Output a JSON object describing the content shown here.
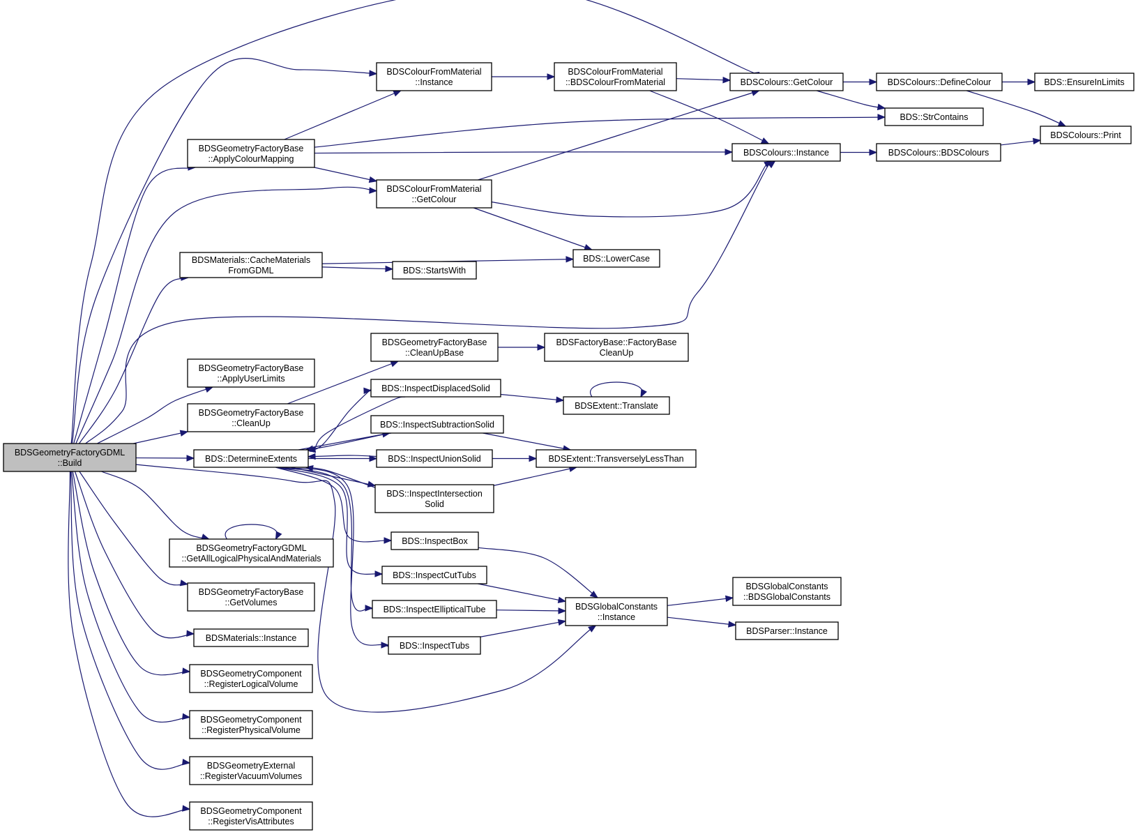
{
  "nodes": [
    {
      "id": "build",
      "lines": [
        "BDSGeometryFactoryGDML",
        "::Build"
      ],
      "root": true
    },
    {
      "id": "cfm_instance",
      "lines": [
        "BDSColourFromMaterial",
        "::Instance"
      ]
    },
    {
      "id": "cfm_ctor",
      "lines": [
        "BDSColourFromMaterial",
        "::BDSColourFromMaterial"
      ]
    },
    {
      "id": "colours_getcolour",
      "lines": [
        "BDSColours::GetColour"
      ]
    },
    {
      "id": "colours_define",
      "lines": [
        "BDSColours::DefineColour"
      ]
    },
    {
      "id": "ensure_limits",
      "lines": [
        "BDS::EnsureInLimits"
      ]
    },
    {
      "id": "str_contains",
      "lines": [
        "BDS::StrContains"
      ]
    },
    {
      "id": "colours_print",
      "lines": [
        "BDSColours::Print"
      ]
    },
    {
      "id": "gfb_apply_colour",
      "lines": [
        "BDSGeometryFactoryBase",
        "::ApplyColourMapping"
      ]
    },
    {
      "id": "colours_instance",
      "lines": [
        "BDSColours::Instance"
      ]
    },
    {
      "id": "colours_ctor",
      "lines": [
        "BDSColours::BDSColours"
      ]
    },
    {
      "id": "cfm_getcolour",
      "lines": [
        "BDSColourFromMaterial",
        "::GetColour"
      ]
    },
    {
      "id": "mat_cache",
      "lines": [
        "BDSMaterials::CacheMaterials",
        "FromGDML"
      ]
    },
    {
      "id": "lowercase",
      "lines": [
        "BDS::LowerCase"
      ]
    },
    {
      "id": "startswith",
      "lines": [
        "BDS::StartsWith"
      ]
    },
    {
      "id": "gfb_cleanupbase",
      "lines": [
        "BDSGeometryFactoryBase",
        "::CleanUpBase"
      ]
    },
    {
      "id": "fb_cleanup",
      "lines": [
        "BDSFactoryBase::FactoryBase",
        "CleanUp"
      ]
    },
    {
      "id": "gfb_userlimits",
      "lines": [
        "BDSGeometryFactoryBase",
        "::ApplyUserLimits"
      ]
    },
    {
      "id": "inspect_displaced",
      "lines": [
        "BDS::InspectDisplacedSolid"
      ]
    },
    {
      "id": "extent_translate",
      "lines": [
        "BDSExtent::Translate"
      ]
    },
    {
      "id": "gfb_cleanup",
      "lines": [
        "BDSGeometryFactoryBase",
        "::CleanUp"
      ]
    },
    {
      "id": "inspect_subtraction",
      "lines": [
        "BDS::InspectSubtractionSolid"
      ]
    },
    {
      "id": "determine_extents",
      "lines": [
        "BDS::DetermineExtents"
      ]
    },
    {
      "id": "inspect_union",
      "lines": [
        "BDS::InspectUnionSolid"
      ]
    },
    {
      "id": "extent_tlt",
      "lines": [
        "BDSExtent::TransverselyLessThan"
      ]
    },
    {
      "id": "inspect_intersection",
      "lines": [
        "BDS::InspectIntersection",
        "Solid"
      ]
    },
    {
      "id": "inspect_box",
      "lines": [
        "BDS::InspectBox"
      ]
    },
    {
      "id": "gfgdml_getall",
      "lines": [
        "BDSGeometryFactoryGDML",
        "::GetAllLogicalPhysicalAndMaterials"
      ]
    },
    {
      "id": "inspect_cuttubs",
      "lines": [
        "BDS::InspectCutTubs"
      ]
    },
    {
      "id": "gc_ctor",
      "lines": [
        "BDSGlobalConstants",
        "::BDSGlobalConstants"
      ]
    },
    {
      "id": "gfb_getvolumes",
      "lines": [
        "BDSGeometryFactoryBase",
        "::GetVolumes"
      ]
    },
    {
      "id": "inspect_elliptical",
      "lines": [
        "BDS::InspectEllipticalTube"
      ]
    },
    {
      "id": "gc_instance",
      "lines": [
        "BDSGlobalConstants",
        "::Instance"
      ]
    },
    {
      "id": "mat_instance",
      "lines": [
        "BDSMaterials::Instance"
      ]
    },
    {
      "id": "parser_instance",
      "lines": [
        "BDSParser::Instance"
      ]
    },
    {
      "id": "inspect_tubs",
      "lines": [
        "BDS::InspectTubs"
      ]
    },
    {
      "id": "gc_reg_logical",
      "lines": [
        "BDSGeometryComponent",
        "::RegisterLogicalVolume"
      ]
    },
    {
      "id": "gc_reg_physical",
      "lines": [
        "BDSGeometryComponent",
        "::RegisterPhysicalVolume"
      ]
    },
    {
      "id": "ge_reg_vacuum",
      "lines": [
        "BDSGeometryExternal",
        "::RegisterVacuumVolumes"
      ]
    },
    {
      "id": "gc_reg_vis",
      "lines": [
        "BDSGeometryComponent",
        "::RegisterVisAttributes"
      ]
    }
  ],
  "edges": [
    [
      "build",
      "colours_getcolour"
    ],
    [
      "build",
      "cfm_instance"
    ],
    [
      "build",
      "gfb_apply_colour"
    ],
    [
      "build",
      "cfm_getcolour"
    ],
    [
      "build",
      "mat_cache"
    ],
    [
      "build",
      "colours_instance"
    ],
    [
      "build",
      "gfb_userlimits"
    ],
    [
      "build",
      "gfb_cleanup"
    ],
    [
      "build",
      "determine_extents"
    ],
    [
      "build",
      "gfgdml_getall"
    ],
    [
      "build",
      "gc_instance"
    ],
    [
      "build",
      "gfb_getvolumes"
    ],
    [
      "build",
      "mat_instance"
    ],
    [
      "build",
      "gc_reg_logical"
    ],
    [
      "build",
      "gc_reg_physical"
    ],
    [
      "build",
      "ge_reg_vacuum"
    ],
    [
      "build",
      "gc_reg_vis"
    ],
    [
      "cfm_instance",
      "cfm_ctor"
    ],
    [
      "cfm_ctor",
      "colours_getcolour"
    ],
    [
      "cfm_ctor",
      "colours_instance"
    ],
    [
      "colours_getcolour",
      "colours_define"
    ],
    [
      "colours_getcolour",
      "str_contains"
    ],
    [
      "colours_define",
      "ensure_limits"
    ],
    [
      "colours_define",
      "colours_print"
    ],
    [
      "gfb_apply_colour",
      "cfm_instance"
    ],
    [
      "gfb_apply_colour",
      "str_contains"
    ],
    [
      "gfb_apply_colour",
      "colours_instance"
    ],
    [
      "gfb_apply_colour",
      "cfm_getcolour"
    ],
    [
      "colours_instance",
      "colours_ctor"
    ],
    [
      "colours_ctor",
      "colours_print"
    ],
    [
      "cfm_getcolour",
      "colours_getcolour"
    ],
    [
      "cfm_getcolour",
      "colours_instance"
    ],
    [
      "cfm_getcolour",
      "lowercase"
    ],
    [
      "mat_cache",
      "lowercase"
    ],
    [
      "mat_cache",
      "startswith"
    ],
    [
      "gfb_cleanup",
      "gfb_cleanupbase"
    ],
    [
      "gfb_cleanupbase",
      "fb_cleanup"
    ],
    [
      "determine_extents",
      "inspect_displaced"
    ],
    [
      "determine_extents",
      "inspect_subtraction"
    ],
    [
      "determine_extents",
      "inspect_union"
    ],
    [
      "determine_extents",
      "inspect_intersection"
    ],
    [
      "determine_extents",
      "inspect_box"
    ],
    [
      "determine_extents",
      "inspect_cuttubs"
    ],
    [
      "determine_extents",
      "inspect_elliptical"
    ],
    [
      "determine_extents",
      "inspect_tubs"
    ],
    [
      "inspect_displaced",
      "determine_extents"
    ],
    [
      "inspect_displaced",
      "extent_translate"
    ],
    [
      "extent_translate",
      "extent_translate"
    ],
    [
      "inspect_subtraction",
      "determine_extents"
    ],
    [
      "inspect_subtraction",
      "extent_tlt"
    ],
    [
      "inspect_union",
      "determine_extents"
    ],
    [
      "inspect_union",
      "extent_tlt"
    ],
    [
      "inspect_intersection",
      "determine_extents"
    ],
    [
      "inspect_intersection",
      "extent_tlt"
    ],
    [
      "inspect_box",
      "gc_instance"
    ],
    [
      "inspect_cuttubs",
      "gc_instance"
    ],
    [
      "inspect_elliptical",
      "gc_instance"
    ],
    [
      "inspect_tubs",
      "gc_instance"
    ],
    [
      "gfgdml_getall",
      "gfgdml_getall"
    ],
    [
      "gc_instance",
      "gc_ctor"
    ],
    [
      "gc_instance",
      "parser_instance"
    ]
  ]
}
